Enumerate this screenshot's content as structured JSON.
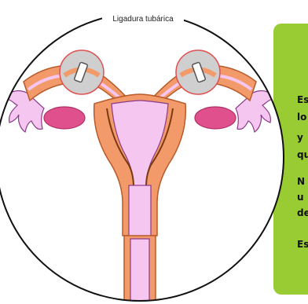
{
  "diagram": {
    "caption": "Ligadura tubárica"
  },
  "info_panel": {
    "lines": [
      "Es",
      "lo",
      "y",
      "qu",
      "N",
      "u",
      "de",
      "Es"
    ]
  },
  "colors": {
    "panel_green": "#99cc33",
    "uterus_pink": "#f4c6f0",
    "tissue_orange": "#f39a6a",
    "tube_outline": "#b85a2a",
    "ovary_magenta": "#e0508c",
    "clamp_gray": "#cfcfcf",
    "clamp_ring": "#e05050"
  }
}
